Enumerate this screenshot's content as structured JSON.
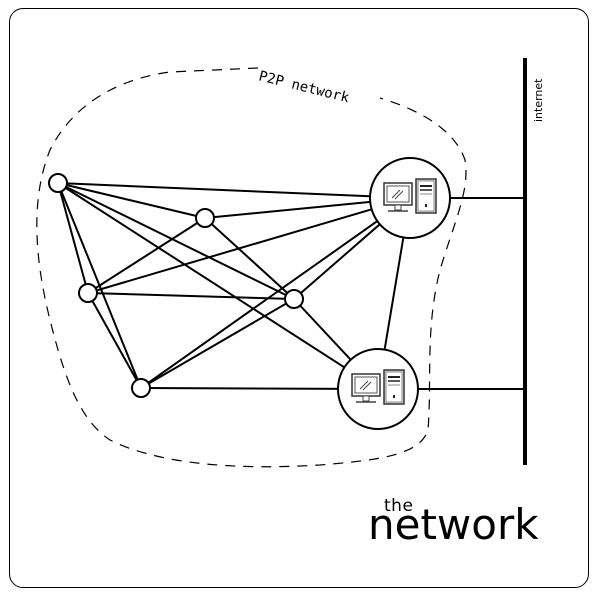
{
  "diagram": {
    "cloud_label": "P2P network",
    "bus_label": "internet",
    "title_small": "the",
    "title_large": "network",
    "peers": [
      {
        "id": "A",
        "type": "peer"
      },
      {
        "id": "B",
        "type": "peer"
      },
      {
        "id": "C",
        "type": "peer"
      },
      {
        "id": "D",
        "type": "peer"
      },
      {
        "id": "E",
        "type": "peer"
      }
    ],
    "servers": [
      {
        "id": "S1",
        "type": "computer",
        "icon": "desktop-computer-icon"
      },
      {
        "id": "S2",
        "type": "computer",
        "icon": "desktop-computer-icon"
      }
    ],
    "edges": [
      [
        "A",
        "S1"
      ],
      [
        "A",
        "B"
      ],
      [
        "A",
        "D"
      ],
      [
        "A",
        "S2"
      ],
      [
        "A",
        "C"
      ],
      [
        "A",
        "E"
      ],
      [
        "B",
        "S1"
      ],
      [
        "B",
        "C"
      ],
      [
        "B",
        "D"
      ],
      [
        "C",
        "S1"
      ],
      [
        "C",
        "D"
      ],
      [
        "C",
        "E"
      ],
      [
        "D",
        "S1"
      ],
      [
        "D",
        "E"
      ],
      [
        "D",
        "S2"
      ],
      [
        "E",
        "S1"
      ],
      [
        "E",
        "S2"
      ],
      [
        "S1",
        "S2"
      ],
      [
        "S1",
        "BUS"
      ],
      [
        "S2",
        "BUS"
      ]
    ]
  }
}
